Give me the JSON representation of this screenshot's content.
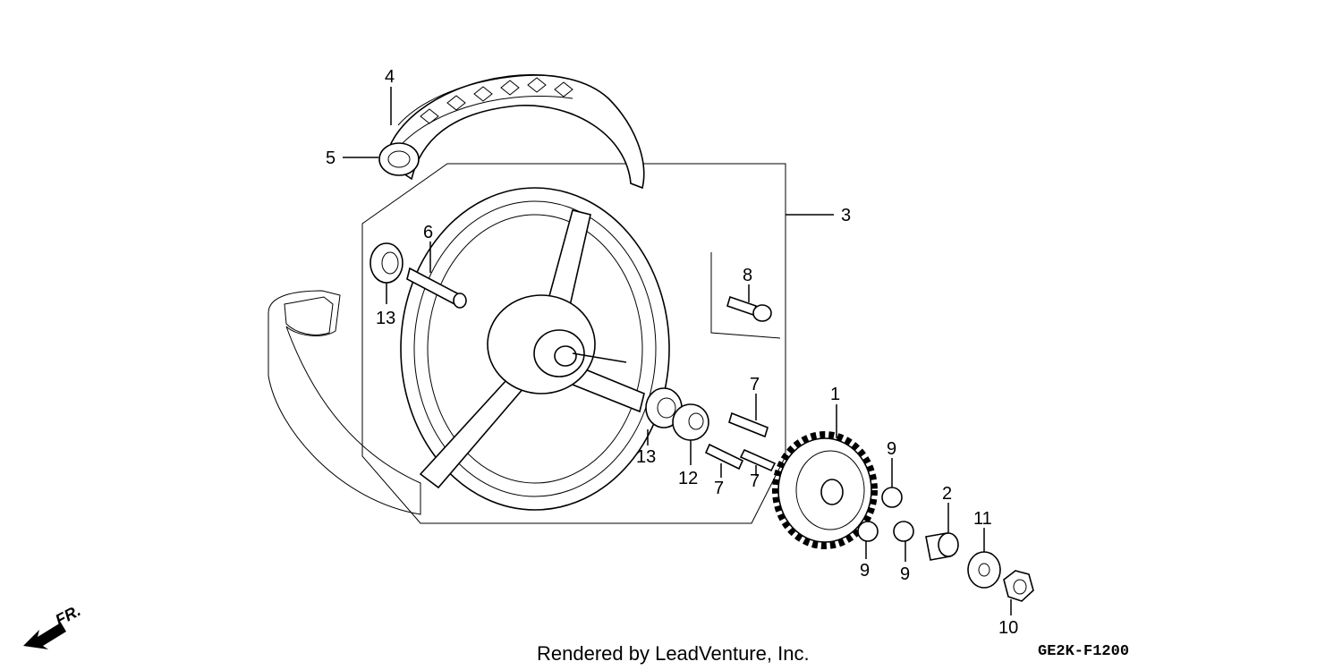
{
  "diagram": {
    "labels": {
      "l1": "1",
      "l2": "2",
      "l3": "3",
      "l4": "4",
      "l5": "5",
      "l6": "6",
      "l7a": "7",
      "l7b": "7",
      "l7c": "7",
      "l8": "8",
      "l9a": "9",
      "l9b": "9",
      "l9c": "9",
      "l10": "10",
      "l11": "11",
      "l12": "12",
      "l13a": "13",
      "l13b": "13"
    },
    "direction": "FR.",
    "credit": "Rendered by LeadVenture, Inc.",
    "diagram_code": "GE2K-F1200"
  }
}
